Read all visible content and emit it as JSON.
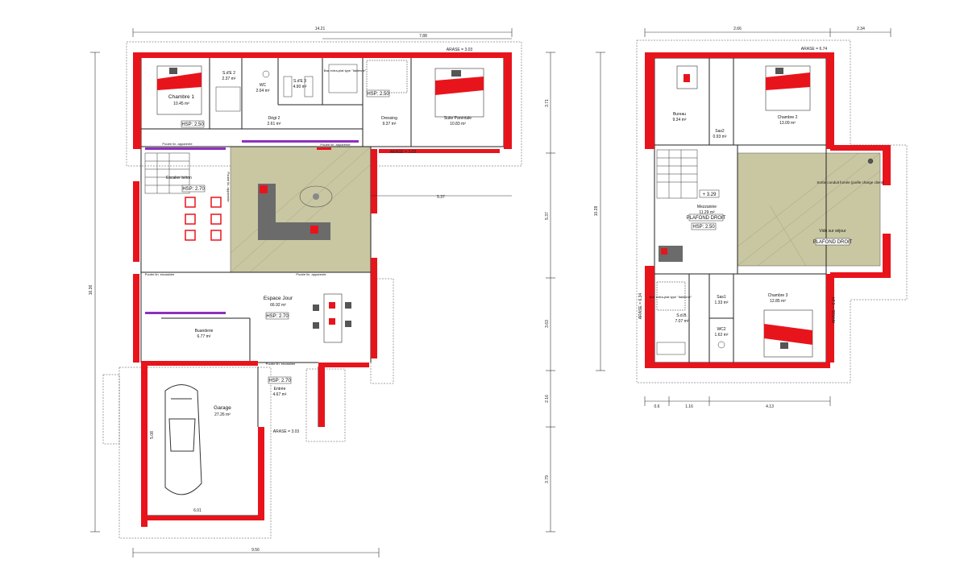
{
  "ground_floor": {
    "rooms": [
      {
        "id": "chambre1",
        "name": "Chambre 1",
        "area": "10.45 m²"
      },
      {
        "id": "sde2",
        "name": "S.d'E 2",
        "area": "2.37 m²"
      },
      {
        "id": "wc",
        "name": "WC",
        "area": "2.04 m²"
      },
      {
        "id": "sde3",
        "name": "S.d'E 3",
        "area": "4.90 m²"
      },
      {
        "id": "deg2",
        "name": "Dégt 2",
        "area": "2.61 m²"
      },
      {
        "id": "dressing",
        "name": "Dressing",
        "area": "9.37 m²"
      },
      {
        "id": "suite",
        "name": "Suite Parentale",
        "area": "10.83 m²"
      },
      {
        "id": "sejour",
        "name": "Espace Jour",
        "area": "66.92 m²"
      },
      {
        "id": "buanderie",
        "name": "Buanderie",
        "area": "6.77 m²"
      },
      {
        "id": "entree",
        "name": "Entrée",
        "area": "4.67 m²"
      },
      {
        "id": "garage",
        "name": "Garage",
        "area": "27.26 m²"
      }
    ],
    "hsp": [
      "HSP: 2.50",
      "HSP: 2.50",
      "HSP: 2.70",
      "HSP: 2.70",
      "HSP: 2.70"
    ],
    "stair_label": "Escalier béton",
    "shower_label": "Bac extra-plat type \"Italienne\"",
    "notes": [
      "Poutre lin. apparente",
      "Poutre lin. apparente",
      "Poutre lin. apparente",
      "Poutre lin. apparente",
      "Poutre lin. encastrée",
      "Poutre lin. encastrée"
    ],
    "dims": {
      "top": "14.21",
      "top_right": "7.88",
      "bottom": "9.56",
      "left": "16.36",
      "right_a": "3.71",
      "right_b": "5.37",
      "right_c": "3.63",
      "right_d": "2.16",
      "right_e": "3.79",
      "garage_w": "6.01",
      "garage_h": "5.08",
      "mezz": "5.37",
      "arase1": "ARASE = 3.03",
      "arase2": "ARASE = 3.03",
      "arase3": "ARASE = 3.03"
    }
  },
  "upper_floor": {
    "rooms": [
      {
        "id": "bureau",
        "name": "Bureau",
        "area": "9.34 m²"
      },
      {
        "id": "chambre2",
        "name": "Chambre 2",
        "area": "13.09 m²"
      },
      {
        "id": "sas2",
        "name": "Sas2",
        "area": "0.93 m²"
      },
      {
        "id": "mezzanine",
        "name": "Mezzanine",
        "area": "11.29 m²"
      },
      {
        "id": "vide",
        "name": "Vide sur séjour",
        "area": ""
      },
      {
        "id": "sdb",
        "name": "S.d.B.",
        "area": "7.07 m²"
      },
      {
        "id": "sas1",
        "name": "Sas1",
        "area": "1.33 m²"
      },
      {
        "id": "wc2",
        "name": "WC2",
        "area": "1.62 m²"
      },
      {
        "id": "chambre3",
        "name": "Chambre 3",
        "area": "12.85 m²"
      }
    ],
    "plafond": [
      "PLAFOND DROIT",
      "PLAFOND DROIT"
    ],
    "hsp": "HSP: 2.50",
    "level": "+ 3.29",
    "conduit": "Sortie conduit fumée (poêle charge client)",
    "shower_label": "Bac extra-plat type \"Italienne\"",
    "dims": {
      "top_a": "2.66",
      "top_b": "2.34",
      "left": "10.28",
      "bottom_a": "0.6",
      "bottom_b": "1.16",
      "bottom_c": "4.13",
      "arase_a": "ARASE = 6.74",
      "arase_b": "ARASE = 6.34",
      "arase_c": "ARASE = 6.34"
    }
  },
  "colors": {
    "wall": "#e8141c",
    "floor_zone": "#c9c7a2",
    "line": "#222222",
    "accent": "#8e2fc0"
  }
}
